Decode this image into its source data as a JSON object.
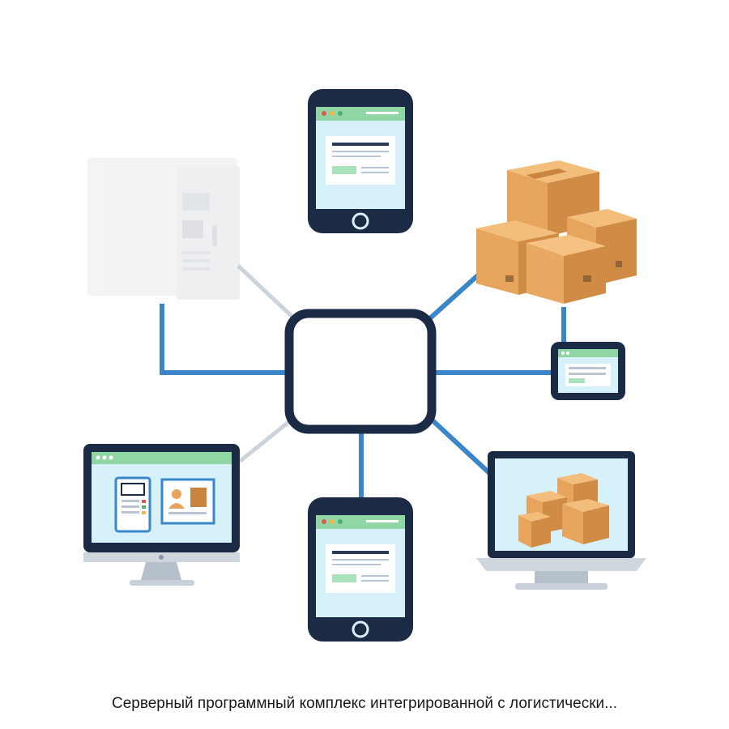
{
  "caption": "Серверный программный комплекс интегрированной с логистически...",
  "colors": {
    "connector": "#3a86c8",
    "faded_connector": "#cdd3da",
    "device_frame": "#1c2b45",
    "screen": "#d7f1fb",
    "header_bar": "#8fd6a4",
    "box": "#e7a45c",
    "box_dark": "#c9853f"
  },
  "nodes": [
    {
      "name": "central-hub",
      "icon": "rounded-square-hub-icon"
    },
    {
      "name": "server-cabinet",
      "icon": "server-cabinet-icon"
    },
    {
      "name": "tablet-top",
      "icon": "tablet-icon"
    },
    {
      "name": "warehouse-boxes",
      "icon": "stacked-boxes-icon"
    },
    {
      "name": "handheld-scanner",
      "icon": "handheld-terminal-icon"
    },
    {
      "name": "laptop-boxes",
      "icon": "laptop-icon"
    },
    {
      "name": "tablet-bottom",
      "icon": "tablet-icon"
    },
    {
      "name": "desktop-monitor",
      "icon": "desktop-monitor-icon"
    }
  ]
}
